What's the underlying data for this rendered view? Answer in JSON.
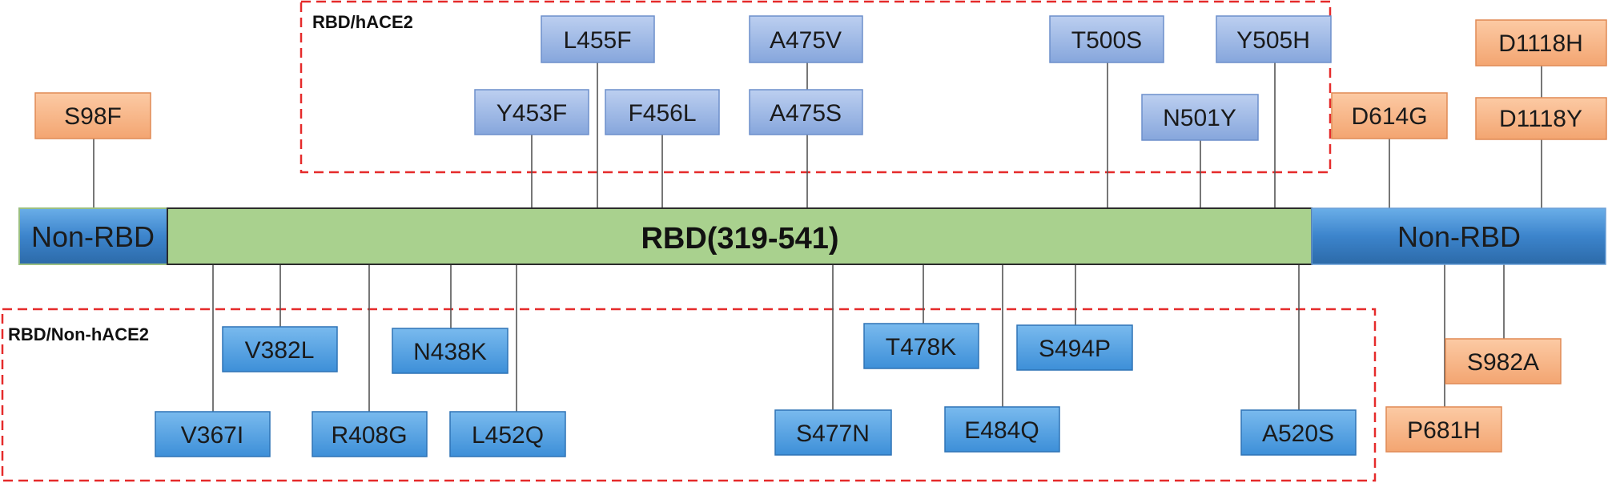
{
  "regions": {
    "hace2_label": "RBD/hACE2",
    "non_hace2_label": "RBD/Non-hACE2"
  },
  "bar": {
    "left_label": "Non-RBD",
    "center_label": "RBD(319-541)",
    "right_label": "Non-RBD"
  },
  "colors": {
    "rbd_fill": "#a9d18e",
    "non_rbd_fill": "#3d7fc1",
    "rbd_hace2_box": "#9fb8e3",
    "rbd_non_hace2_box": "#5aa5e0",
    "non_rbd_box": "#f7b58a",
    "region_border": "#e52b2b"
  },
  "mutations": {
    "hace2": [
      "L455F",
      "A475V",
      "T500S",
      "Y505H",
      "Y453F",
      "F456L",
      "A475S",
      "N501Y"
    ],
    "non_hace2": [
      "V382L",
      "N438K",
      "T478K",
      "S494P",
      "V367I",
      "R408G",
      "L452Q",
      "S477N",
      "E484Q",
      "A520S"
    ],
    "non_rbd": [
      "S98F",
      "D614G",
      "D1118H",
      "D1118Y",
      "S982A",
      "P681H"
    ]
  }
}
